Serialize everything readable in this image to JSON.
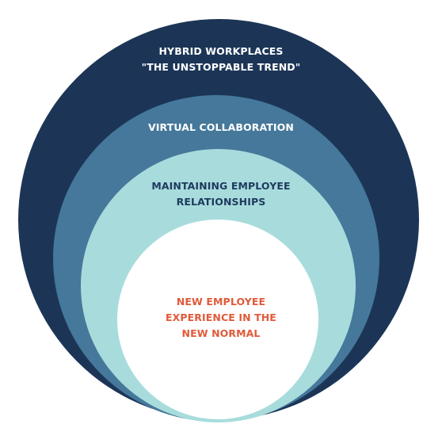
{
  "layers": [
    {
      "lines": [
        "HYBRID WORKPLACES",
        "\"THE UNSTOPPABLE TREND\""
      ],
      "fill": "#1c3557",
      "text_color": "#ffffff"
    },
    {
      "lines": [
        "VIRTUAL COLLABORATION"
      ],
      "fill": "#45789a",
      "text_color": "#ffffff"
    },
    {
      "lines": [
        "MAINTAINING EMPLOYEE",
        "RELATIONSHIPS"
      ],
      "fill": "#a8dcdc",
      "text_color": "#1e3a5f"
    },
    {
      "lines": [
        "NEW EMPLOYEE",
        "EXPERIENCE IN THE",
        "NEW NORMAL"
      ],
      "fill": "#ffffff",
      "text_color": "#e05a3a"
    }
  ]
}
